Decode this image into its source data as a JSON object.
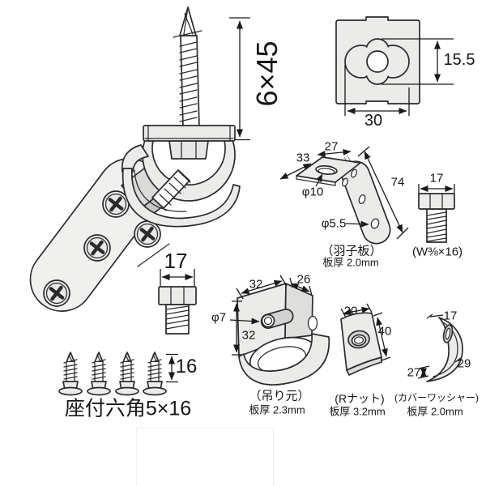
{
  "diagram_title": "hardware-parts-diagram",
  "colors": {
    "line": "#2b2b2b",
    "metal": "#ebebe9",
    "background": "#ffffff"
  },
  "parts": {
    "hanger_bolt_assembly": {
      "size": "6×45"
    },
    "square_nut_plate": {
      "dim_height": "15.5",
      "dim_width": "30"
    },
    "hagoita": {
      "dim_side": "33",
      "dim_top": "27",
      "dim_length": "74",
      "hole_large": "φ10",
      "hole_small": "φ5.5",
      "name": "（羽子板）",
      "thickness": "板厚 2.0mm"
    },
    "w38_bolt": {
      "dim_head": "17",
      "name": "(W⅜×16)"
    },
    "mid_bolt": {
      "dim_head": "17"
    },
    "screw_set": {
      "dim_length": "16",
      "name": "座付六角5×16"
    },
    "tsurimoto": {
      "dim_top": "32",
      "dim_top_right": "26",
      "hole": "φ7",
      "dim_side": "32",
      "name": "（吊り元）",
      "thickness": "板厚 2.3mm"
    },
    "r_nut": {
      "dim_top": "20",
      "dim_side": "40",
      "name": "(Rナット)",
      "thickness": "板厚 3.2mm"
    },
    "cover_washer": {
      "dim_top": "17",
      "dim_right": "29",
      "dim_left": "27",
      "name": "(カバーワッシャー)",
      "thickness": "板厚 2.0mm"
    }
  }
}
